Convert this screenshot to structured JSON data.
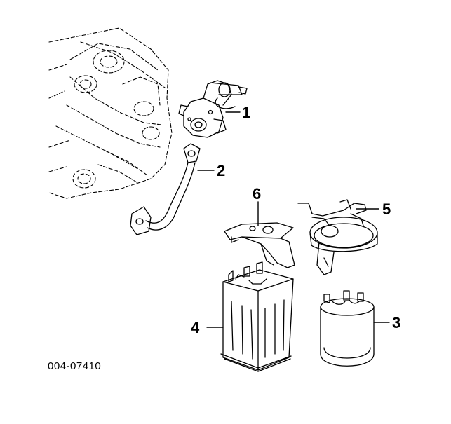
{
  "callouts": {
    "c1": "1",
    "c2": "2",
    "c3": "3",
    "c4": "4",
    "c5": "5",
    "c6": "6"
  },
  "reference_code": "004-07410",
  "colors": {
    "line": "#000000",
    "background": "#ffffff"
  },
  "parts": [
    "engine-block",
    "egr-valve",
    "egr-tube",
    "vapor-canister-round",
    "vapor-canister-square",
    "round-canister-mounting-bracket",
    "square-canister-mounting-bracket"
  ]
}
